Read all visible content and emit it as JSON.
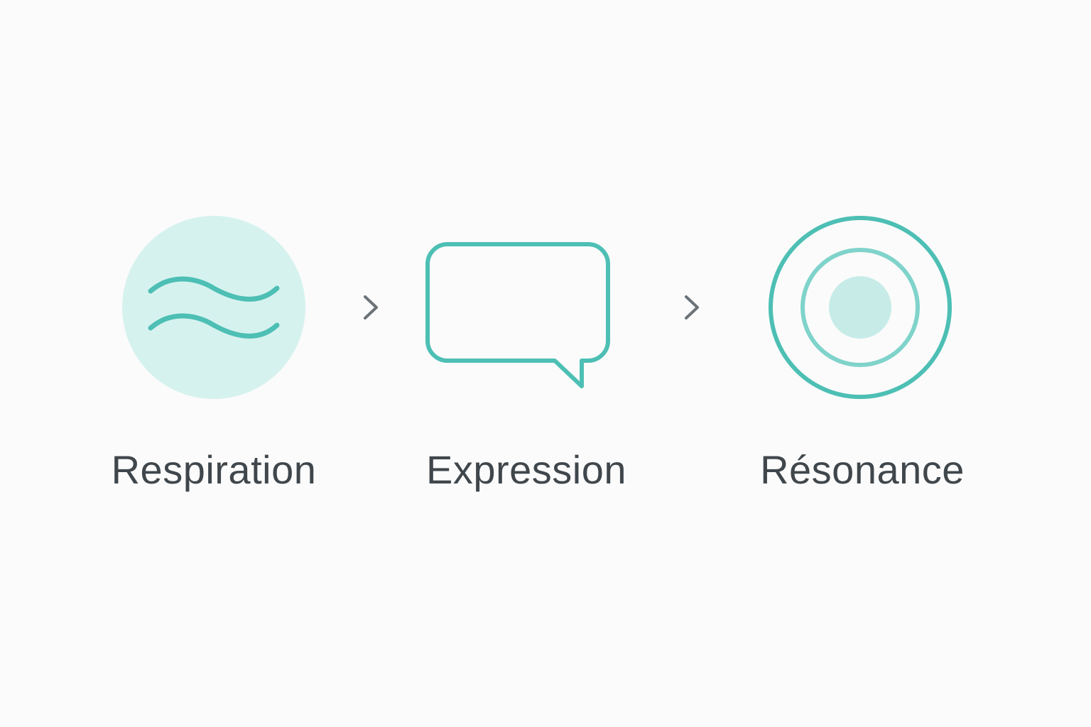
{
  "steps": [
    {
      "label": "Respiration",
      "icon": "waves-icon"
    },
    {
      "label": "Expression",
      "icon": "speech-bubble-icon"
    },
    {
      "label": "Résonance",
      "icon": "concentric-circles-icon"
    }
  ],
  "connectors": [
    "chevron-right-icon",
    "chevron-right-icon"
  ],
  "colors": {
    "background": "#fbfbfb",
    "accent": "#4dbfb4",
    "accent_light": "#7fd3cb",
    "fill_light": "#d6f2ef",
    "fill_mid": "#c7ece8",
    "label_text": "#40474c",
    "chevron": "#6b7378"
  }
}
